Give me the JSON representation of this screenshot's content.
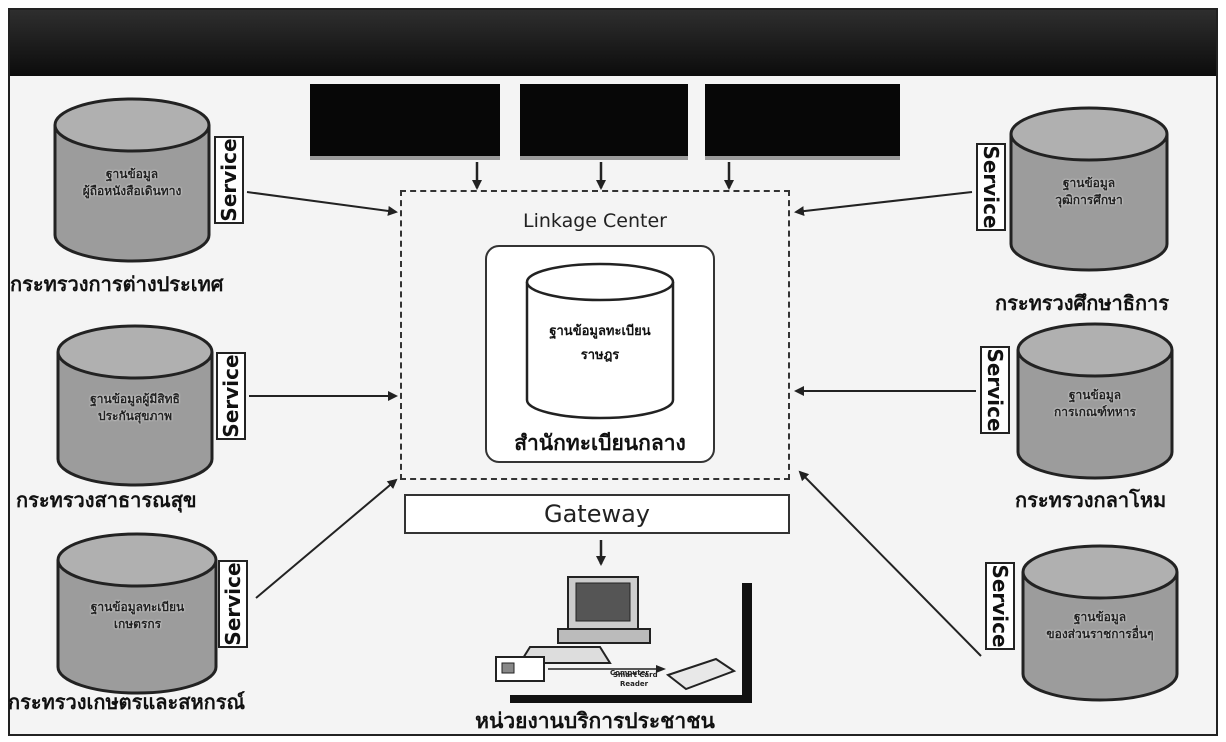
{
  "top_systems": [
    "",
    "",
    ""
  ],
  "linkage_center": {
    "title": "Linkage Center",
    "central_database_lines": [
      "ฐานข้อมูลทะเบียน",
      "ราษฎร"
    ],
    "owner": "สำนักทะเบียนกลาง"
  },
  "gateway": {
    "label": "Gateway"
  },
  "client": {
    "computer_label": "Computer",
    "reader_label_lines": [
      "Smart Card",
      "Reader"
    ],
    "unit_label": "หน่วยงานบริการประชาชน"
  },
  "service_label": "Service",
  "left_ministries": [
    {
      "database_lines": [
        "ฐานข้อมูล",
        "ผู้ถือหนังสือเดินทาง"
      ],
      "ministry": "กระทรวงการต่างประเทศ"
    },
    {
      "database_lines": [
        "ฐานข้อมูลผู้มีสิทธิ",
        "ประกันสุขภาพ"
      ],
      "ministry": "กระทรวงสาธารณสุข"
    },
    {
      "database_lines": [
        "ฐานข้อมูลทะเบียน",
        "เกษตรกร"
      ],
      "ministry": "กระทรวงเกษตรและสหกรณ์"
    }
  ],
  "right_ministries": [
    {
      "database_lines": [
        "ฐานข้อมูล",
        "วุฒิการศึกษา"
      ],
      "ministry": "กระทรวงศึกษาธิการ"
    },
    {
      "database_lines": [
        "ฐานข้อมูล",
        "การเกณฑ์ทหาร"
      ],
      "ministry": "กระทรวงกลาโหม"
    },
    {
      "database_lines": [
        "ฐานข้อมูล",
        "ของส่วนราชการอื่นๆ"
      ],
      "ministry": ""
    }
  ],
  "colors": {
    "box_fill": "#070707",
    "cylinder_fill": "#9c9c9c",
    "line": "#222222"
  }
}
